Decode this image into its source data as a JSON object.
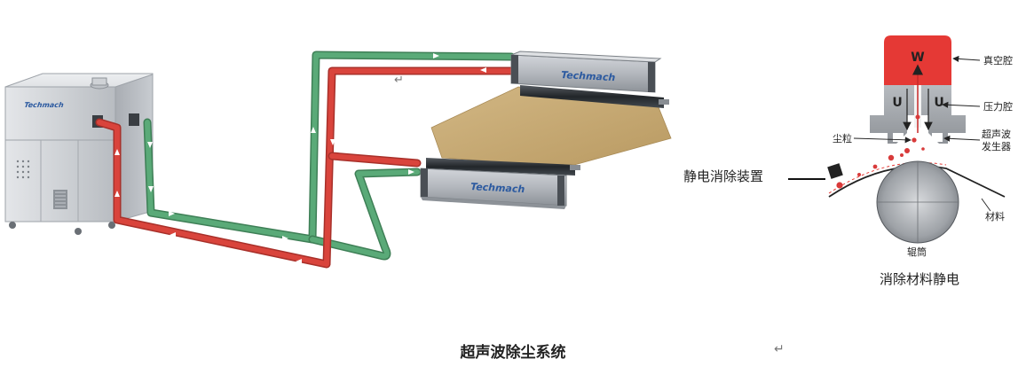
{
  "caption": "超声波除尘系统",
  "return_mark": "↵",
  "brand": "Techmach",
  "colors": {
    "hot_pipe": "#d9443c",
    "cool_pipe": "#5aaa78",
    "vacuum_chamber": "#e53935",
    "machine_body": "#c9ccd0",
    "material": "#c8a874"
  },
  "schematic": {
    "letter_w": "W",
    "letter_u1": "U",
    "letter_u2": "U",
    "label_vacuum": "真空腔",
    "label_pressure": "压力腔",
    "label_dust": "尘粒",
    "label_ultrasonic_1": "超声波",
    "label_ultrasonic_2": "发生器",
    "label_static": "静电消除装置",
    "label_material": "材料",
    "label_roller": "辊筒",
    "caption": "消除材料静电"
  }
}
